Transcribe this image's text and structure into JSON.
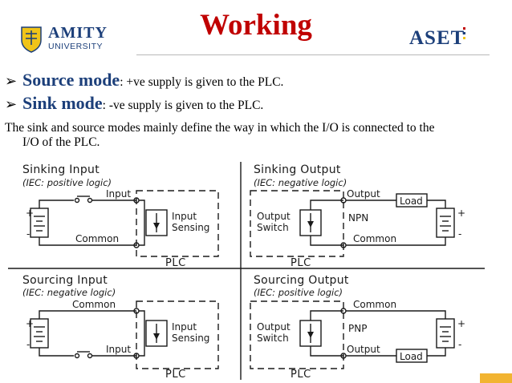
{
  "header": {
    "logo_name": "AMITY",
    "logo_sub": "UNIVERSITY",
    "title": "Working",
    "right_brand": "ASET",
    "accent_color": "#c00000",
    "brand_color": "#1c3f7a"
  },
  "bullets": [
    {
      "term": "Source mode",
      "description": ": +ve supply is given to the PLC."
    },
    {
      "term": "Sink mode",
      "description": ": -ve supply is given to the PLC."
    }
  ],
  "paragraph": {
    "line1": "The sink and source modes mainly define the way in which the I/O is connected to the",
    "line2": "I/O of the PLC."
  },
  "diagram": {
    "panels": [
      {
        "title": "Sinking Input",
        "subtitle": "(IEC: positive logic)",
        "labels": [
          "Input",
          "Common",
          "Input",
          "Sensing"
        ],
        "plc": "PLC"
      },
      {
        "title": "Sinking Output",
        "subtitle": "(IEC: negative logic)",
        "labels": [
          "Output",
          "Load",
          "Output",
          "Switch",
          "NPN",
          "Common"
        ],
        "plc": "PLC"
      },
      {
        "title": "Sourcing Input",
        "subtitle": "(IEC: negative logic)",
        "labels": [
          "Common",
          "Input",
          "Sensing",
          "Input"
        ],
        "plc": "PLC"
      },
      {
        "title": "Sourcing Output",
        "subtitle": "(IEC: positive logic)",
        "labels": [
          "Common",
          "Output",
          "Switch",
          "PNP",
          "Output",
          "Load"
        ],
        "plc": "PLC"
      }
    ],
    "battery_symbols": [
      "+",
      "-"
    ]
  },
  "footer": {
    "corner_color": "#f2b431"
  }
}
